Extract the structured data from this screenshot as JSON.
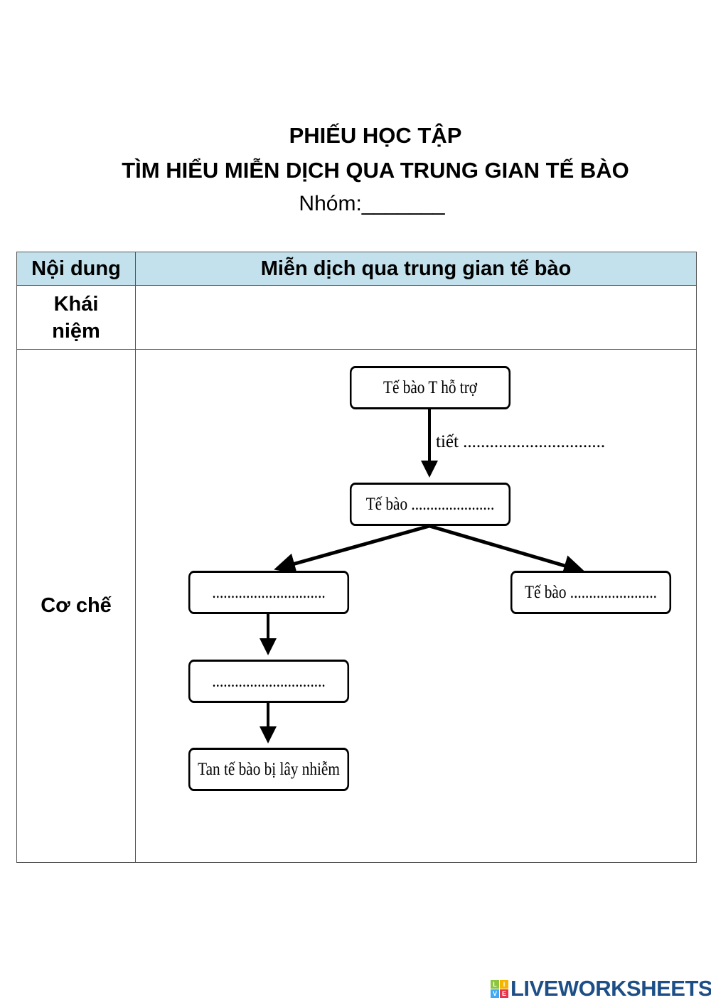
{
  "header": {
    "title_line1": "PHIẾU HỌC TẬP",
    "title_line2": "TÌM HIỂU MIỄN DỊCH QUA TRUNG GIAN TẾ BÀO",
    "group_label": "Nhóm:_______"
  },
  "table": {
    "headers": [
      "Nội dung",
      "Miễn dịch qua trung gian tế bào"
    ],
    "rows": [
      {
        "label": "Khái niệm",
        "content": ""
      },
      {
        "label": "Cơ chế"
      }
    ]
  },
  "diagram": {
    "box_helper_t": "Tế bào T hỗ trợ",
    "arrow_label": "tiết ................................",
    "box_middle": "Tế bào ......................",
    "box_left_1": "..............................",
    "box_right": "Tế bào .......................",
    "box_left_2": "..............................",
    "box_left_3": "Tan tế bào bị lây nhiễm"
  },
  "footer": {
    "logo_text": "LIVEWORKSHEETS",
    "logo_tiles": [
      "L",
      "I",
      "V",
      "E"
    ]
  }
}
